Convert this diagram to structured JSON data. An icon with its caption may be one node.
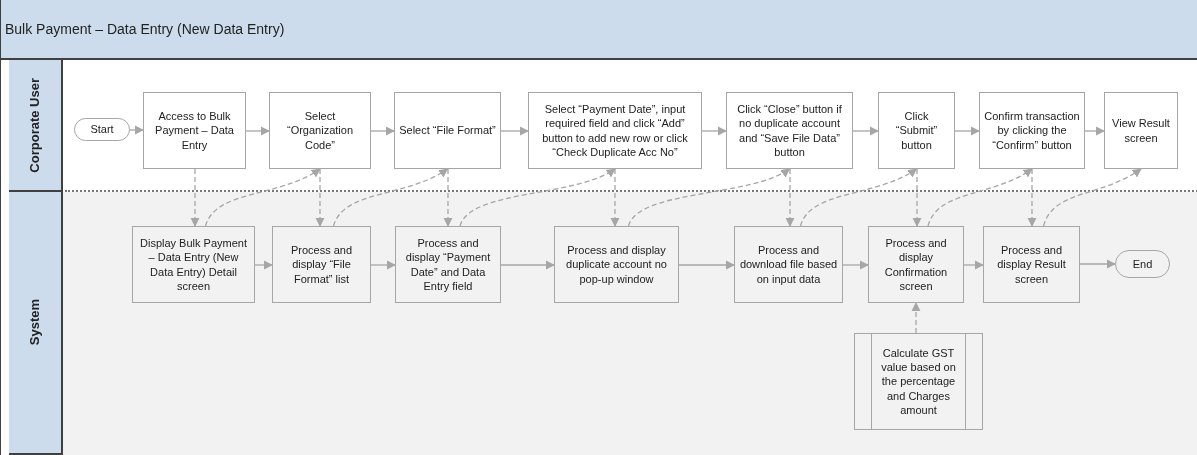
{
  "diagram": {
    "nodes": [
      {
        "text": [
          "Bulk Payment – Data Entry (New Data Entry)"
        ]
      },
      {
        "text": [
          "Corporate User"
        ],
        "in": 0
      },
      {
        "text": [
          "System"
        ],
        "in": 0
      },
      {
        "text": [
          "Start"
        ],
        "in": 1
      },
      {
        "text": [
          "Access to Bulk Payment – Data Entry"
        ],
        "in": 1
      },
      {
        "text": [
          "Select “Organization Code”"
        ],
        "in": 1
      },
      {
        "text": [
          "Select “File Format”"
        ],
        "in": 1
      },
      {
        "text": [
          "Select “Payment Date”, input required field and click “Add” button to add new row or click “Check Duplicate Acc No”"
        ],
        "in": 1
      },
      {
        "text": [
          "Click “Close” button if no duplicate account and “Save File Data” button"
        ],
        "in": 1
      },
      {
        "text": [
          "Click “Submit” button"
        ],
        "in": 1
      },
      {
        "text": [
          "Confirm transaction by clicking the “Confirm” button"
        ],
        "in": 1
      },
      {
        "text": [
          "View Result screen"
        ],
        "in": 1
      },
      {
        "text": [
          "Display Bulk Payment – Data Entry (New Data Entry) Detail screen"
        ],
        "in": 2
      },
      {
        "text": [
          "Process and display “File Format” list"
        ],
        "in": 2
      },
      {
        "text": [
          "Process and display “Payment Date” and Data Entry field"
        ],
        "in": 2
      },
      {
        "text": [
          "Process and display duplicate account no pop-up window"
        ],
        "in": 2
      },
      {
        "text": [
          "Process and download file based on input data"
        ],
        "in": 2
      },
      {
        "text": [
          "Process and display Confirmation screen"
        ],
        "in": 2
      },
      {
        "text": [
          "Process and display Result screen"
        ],
        "in": 2
      },
      {
        "text": [
          "End"
        ],
        "in": 2
      },
      {
        "text": [
          "Calculate GST value based on the percentage and Charges amount"
        ],
        "in": 2
      }
    ],
    "edges": [
      {
        "from": 3,
        "to": 4,
        "arrow": "to"
      },
      {
        "from": 4,
        "to": 5,
        "arrow": "to"
      },
      {
        "from": 5,
        "to": 6,
        "arrow": "to"
      },
      {
        "from": 6,
        "to": 7,
        "arrow": "to"
      },
      {
        "from": 7,
        "to": 8,
        "arrow": "to"
      },
      {
        "from": 8,
        "to": 9,
        "arrow": "to"
      },
      {
        "from": 9,
        "to": 10,
        "arrow": "to"
      },
      {
        "from": 10,
        "to": 11,
        "arrow": "to"
      },
      {
        "from": 12,
        "to": 13,
        "arrow": "to"
      },
      {
        "from": 13,
        "to": 14,
        "arrow": "to"
      },
      {
        "from": 14,
        "to": 15,
        "arrow": "to"
      },
      {
        "from": 15,
        "to": 16,
        "arrow": "to"
      },
      {
        "from": 16,
        "to": 17,
        "arrow": "to"
      },
      {
        "from": 17,
        "to": 18,
        "arrow": "to"
      },
      {
        "from": 18,
        "to": 19,
        "arrow": "to"
      },
      {
        "from": 4,
        "to": 12,
        "arrow": "to",
        "style": "dashed"
      },
      {
        "from": 12,
        "to": 5,
        "arrow": "to",
        "style": "dashed"
      },
      {
        "from": 5,
        "to": 13,
        "arrow": "to",
        "style": "dashed"
      },
      {
        "from": 13,
        "to": 6,
        "arrow": "to",
        "style": "dashed"
      },
      {
        "from": 6,
        "to": 14,
        "arrow": "to",
        "style": "dashed"
      },
      {
        "from": 14,
        "to": 7,
        "arrow": "to",
        "style": "dashed"
      },
      {
        "from": 7,
        "to": 15,
        "arrow": "to",
        "style": "dashed"
      },
      {
        "from": 15,
        "to": 8,
        "arrow": "to",
        "style": "dashed"
      },
      {
        "from": 8,
        "to": 16,
        "arrow": "to",
        "style": "dashed"
      },
      {
        "from": 16,
        "to": 9,
        "arrow": "to",
        "style": "dashed"
      },
      {
        "from": 9,
        "to": 17,
        "arrow": "to",
        "style": "dashed"
      },
      {
        "from": 17,
        "to": 10,
        "arrow": "to",
        "style": "dashed"
      },
      {
        "from": 10,
        "to": 18,
        "arrow": "to",
        "style": "dashed"
      },
      {
        "from": 18,
        "to": 11,
        "arrow": "to",
        "style": "dashed"
      },
      {
        "from": 20,
        "to": 17,
        "arrow": "to",
        "style": "dashed"
      }
    ]
  }
}
